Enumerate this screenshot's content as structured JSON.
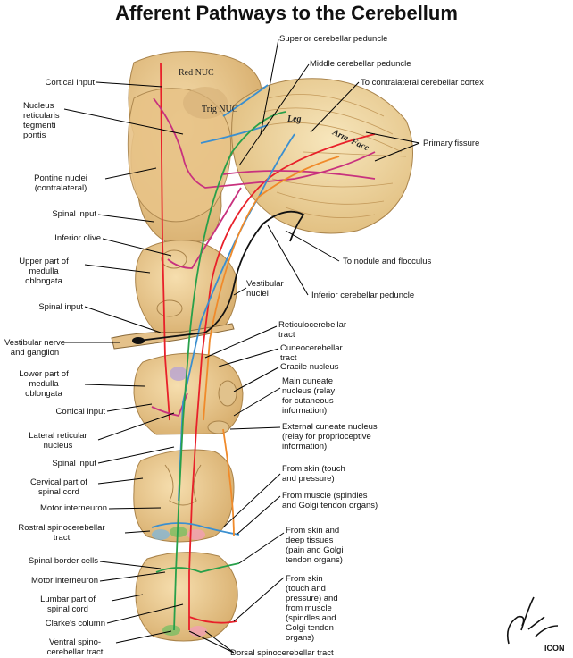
{
  "title": "Afferent Pathways to the Cerebellum",
  "art_labels": {
    "red_nuc": "Red NUC",
    "trig_nuc": "Trig NUC",
    "leg": "Leg",
    "arm": "Arm",
    "face": "Face"
  },
  "left_labels": {
    "cortical_input_top": "Cortical input",
    "nucleus_reticularis": "Nucleus\nreticularis\ntegmenti\npontis",
    "pontine_nuclei": "Pontine nuclei\n(contralateral)",
    "spinal_input_1": "Spinal input",
    "inferior_olive": "Inferior olive",
    "upper_medulla": "Upper part of\nmedulla\noblongata",
    "spinal_input_2": "Spinal input",
    "vestibular_nerve": "Vestibular nerve\nand ganglion",
    "lower_medulla": "Lower part of\nmedulla\noblongata",
    "cortical_input_2": "Cortical input",
    "lateral_reticular": "Lateral reticular\nnucleus",
    "spinal_input_3": "Spinal input",
    "cervical_cord": "Cervical part of\nspinal cord",
    "motor_interneuron_1": "Motor interneuron",
    "rostral_spinocerebellar": "Rostral spinocerebellar\ntract",
    "spinal_border_cells": "Spinal border cells",
    "motor_interneuron_2": "Motor interneuron",
    "lumbar_cord": "Lumbar part of\nspinal cord",
    "clarkes_column": "Clarke's column",
    "ventral_spinocerebellar": "Ventral spino-\ncerebellar tract"
  },
  "right_labels": {
    "superior_peduncle": "Superior cerebellar peduncle",
    "middle_peduncle": "Middle cerebellar peduncle",
    "contralateral_cortex": "To contralateral cerebellar cortex",
    "primary_fissure": "Primary fissure",
    "nodule_flocculus": "To nodule and flocculus",
    "vestibular_nuclei": "Vestibular\nnuclei",
    "inferior_peduncle": "Inferior cerebellar peduncle",
    "reticulocerebellar": "Reticulocerebellar\ntract",
    "cuneocerebellar": "Cuneocerebellar\ntract",
    "gracile": "Gracile nucleus",
    "main_cuneate": "Main cuneate\nnucleus (relay\nfor cutaneous\ninformation)",
    "external_cuneate": "External cuneate nucleus\n(relay for proprioceptive\ninformation)",
    "from_skin_1": "From skin (touch\nand pressure)",
    "from_muscle_1": "From muscle (spindles\nand Golgi tendon organs)",
    "from_skin_deep": "From skin and\ndeep tissues\n(pain and Golgi\ntendon organs)",
    "from_skin_2": "From skin\n(touch and\npressure) and\nfrom muscle\n(spindles and\nGolgi tendon\norgans)",
    "dorsal_spinocerebellar": "Dorsal spinocerebellar tract"
  },
  "signature": "F. Netter M.D.",
  "publisher_mark": "ICON",
  "colors": {
    "tissue": "#e9c98f",
    "tissue_dark": "#c9a266",
    "cerebellum": "#f1dca8",
    "red_path": "#e8202a",
    "magenta_path": "#c8317e",
    "blue_path": "#3a8fd0",
    "green_path": "#28a04a",
    "orange_path": "#f08a2a",
    "black_path": "#111111",
    "leader": "#000000"
  }
}
